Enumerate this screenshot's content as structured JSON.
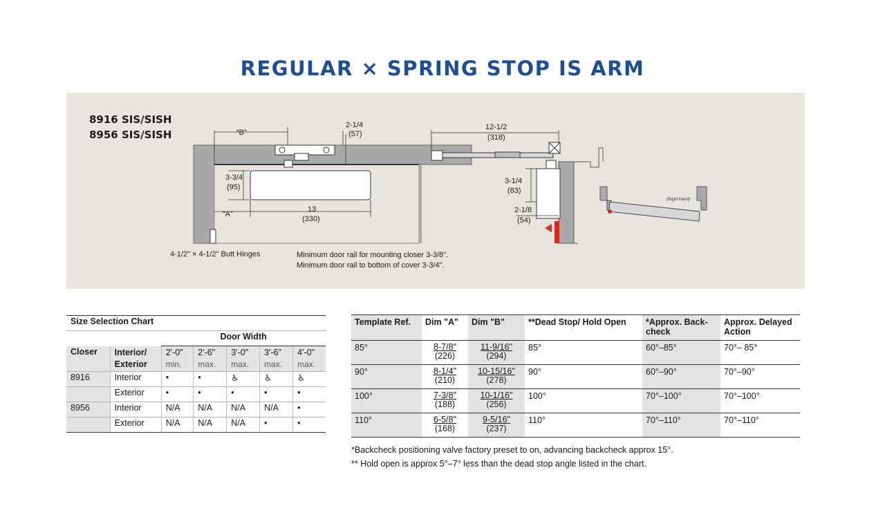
{
  "title": "REGULAR × SPRING STOP IS ARM",
  "models": [
    "8916 SIS/SISH",
    "8956 SIS/SISH"
  ],
  "diagram": {
    "dim_b": "“B”",
    "dim_a": "“A”",
    "dim_2_1_4": "2-1/4",
    "dim_2_1_4_mm": "(57)",
    "dim_3_3_4": "3-3/4",
    "dim_3_3_4_mm": "(95)",
    "dim_13": "13",
    "dim_13_mm": "(330)",
    "dim_12_1_2": "12-1/2",
    "dim_12_1_2_mm": "(318)",
    "dim_3_1_4": "3-1/4",
    "dim_3_1_4_mm": "(83)",
    "dim_2_1_8": "2-1/8",
    "dim_2_1_8_mm": "(54)",
    "right_hand": "(Right Hand)",
    "hinges_caption": "4-1/2\" × 4-1/2\" Butt Hinges",
    "rail_note_1": "Minimum door rail for mounting closer 3-3/8\".",
    "rail_note_2": "Minimum door rail to bottom of cover 3-3/4\"."
  },
  "size_chart": {
    "title": "Size Selection Chart",
    "door_width_label": "Door Width",
    "col_closer": "Closer",
    "col_int_ext_1": "Interior/",
    "col_int_ext_2": "Exterior",
    "widths": [
      {
        "size": "2'-0\"",
        "qual": "min."
      },
      {
        "size": "2'-6\"",
        "qual": "max."
      },
      {
        "size": "3'-0\"",
        "qual": "max."
      },
      {
        "size": "3'-6\"",
        "qual": "max."
      },
      {
        "size": "4'-0\"",
        "qual": "max."
      }
    ],
    "rows": [
      {
        "closer": "8916",
        "type": "Interior",
        "cells": [
          "•",
          "•",
          "♿",
          "♿",
          "♿"
        ]
      },
      {
        "closer": "",
        "type": "Exterior",
        "cells": [
          "•",
          "•",
          "•",
          "•",
          "•"
        ]
      },
      {
        "closer": "8956",
        "type": "Interior",
        "cells": [
          "N/A",
          "N/A",
          "N/A",
          "N/A",
          "•"
        ]
      },
      {
        "closer": "",
        "type": "Exterior",
        "cells": [
          "N/A",
          "N/A",
          "N/A",
          "•",
          "•"
        ]
      }
    ]
  },
  "template_table": {
    "headers": [
      "Template Ref.",
      "Dim \"A\"",
      "Dim \"B\"",
      "**Dead Stop/ Hold Open",
      "*Approx. Back-check",
      "Approx. Delayed Action"
    ],
    "rows": [
      {
        "ref": "85°",
        "a_in": "8-7/8\"",
        "a_mm": "(226)",
        "b_in": "11-9/16\"",
        "b_mm": "(294)",
        "stop": "85°",
        "back": "60°–85°",
        "delay": "70°– 85°"
      },
      {
        "ref": "90°",
        "a_in": "8-1/4\"",
        "a_mm": "(210)",
        "b_in": "10-15/16\"",
        "b_mm": "(278)",
        "stop": "90°",
        "back": "60°–90°",
        "delay": "70°–90°"
      },
      {
        "ref": "100°",
        "a_in": "7-3/8\"",
        "a_mm": "(188)",
        "b_in": "10-1/16\"",
        "b_mm": "(256)",
        "stop": "100°",
        "back": "70°–100°",
        "delay": "70°–100°"
      },
      {
        "ref": "110°",
        "a_in": "6-5/8\"",
        "a_mm": "(168)",
        "b_in": "9-5/16\"",
        "b_mm": "(237)",
        "stop": "110°",
        "back": "70°–110°",
        "delay": "70°–110°"
      }
    ]
  },
  "notes": [
    "*Backcheck positioning valve factory preset to on, advancing backcheck approx 15°.",
    "** Hold open is approx 5°–7° less than the dead stop angle listed in the chart."
  ]
}
